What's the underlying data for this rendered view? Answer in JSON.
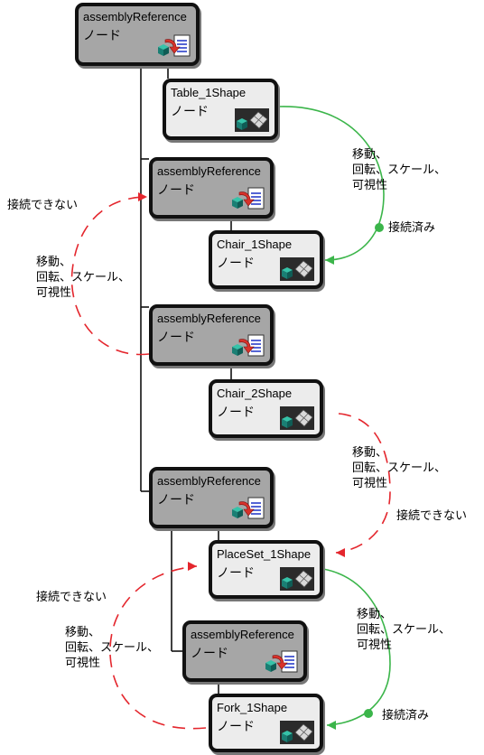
{
  "nodes": [
    {
      "id": "ref1",
      "kind": "reference",
      "title": "assemblyReference",
      "subtitle": "ノード",
      "icon": "assembly-reference-icon"
    },
    {
      "id": "table1",
      "kind": "shape",
      "title": "Table_1Shape",
      "subtitle": "ノード",
      "icon": "shape-mesh-icon"
    },
    {
      "id": "ref2",
      "kind": "reference",
      "title": "assemblyReference",
      "subtitle": "ノード",
      "icon": "assembly-reference-icon"
    },
    {
      "id": "chair1",
      "kind": "shape",
      "title": "Chair_1Shape",
      "subtitle": "ノード",
      "icon": "shape-mesh-icon"
    },
    {
      "id": "ref3",
      "kind": "reference",
      "title": "assemblyReference",
      "subtitle": "ノード",
      "icon": "assembly-reference-icon"
    },
    {
      "id": "chair2",
      "kind": "shape",
      "title": "Chair_2Shape",
      "subtitle": "ノード",
      "icon": "shape-mesh-icon"
    },
    {
      "id": "ref4",
      "kind": "reference",
      "title": "assemblyReference",
      "subtitle": "ノード",
      "icon": "assembly-reference-icon"
    },
    {
      "id": "placeset1",
      "kind": "shape",
      "title": "PlaceSet_1Shape",
      "subtitle": "ノード",
      "icon": "shape-mesh-icon"
    },
    {
      "id": "ref5",
      "kind": "reference",
      "title": "assemblyReference",
      "subtitle": "ノード",
      "icon": "assembly-reference-icon"
    },
    {
      "id": "fork1",
      "kind": "shape",
      "title": "Fork_1Shape",
      "subtitle": "ノード",
      "icon": "shape-mesh-icon"
    }
  ],
  "annotations": {
    "attrs": "移動、\n回転、スケール、\n可視性",
    "connected": "接続済み",
    "not_connected": "接続できない"
  },
  "colors": {
    "connected_line": "#3bb54a",
    "not_connected_line": "#e4262d",
    "tree_line": "#111111",
    "reference_node_fill": "#a6a6a6",
    "shape_node_fill": "#ececec"
  }
}
